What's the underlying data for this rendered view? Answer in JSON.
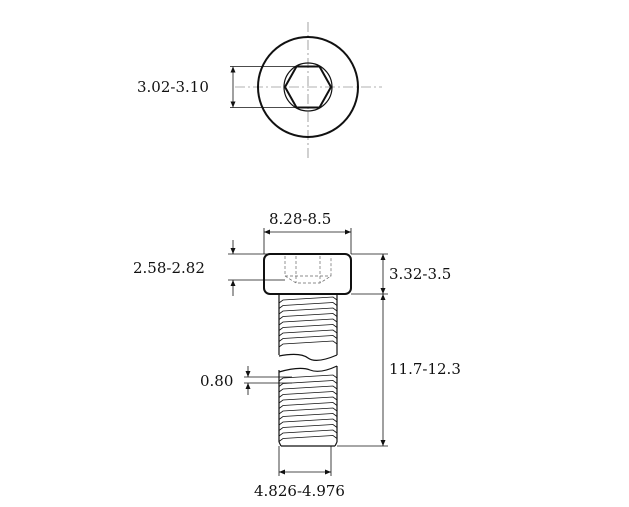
{
  "dimensions": {
    "hex_socket": "3.02-3.10",
    "head_diameter": "8.28-8.5",
    "socket_depth": "2.58-2.82",
    "head_height": "3.32-3.5",
    "thread_length": "11.7-12.3",
    "thread_pitch": "0.80",
    "thread_diameter": "4.826-4.976"
  }
}
